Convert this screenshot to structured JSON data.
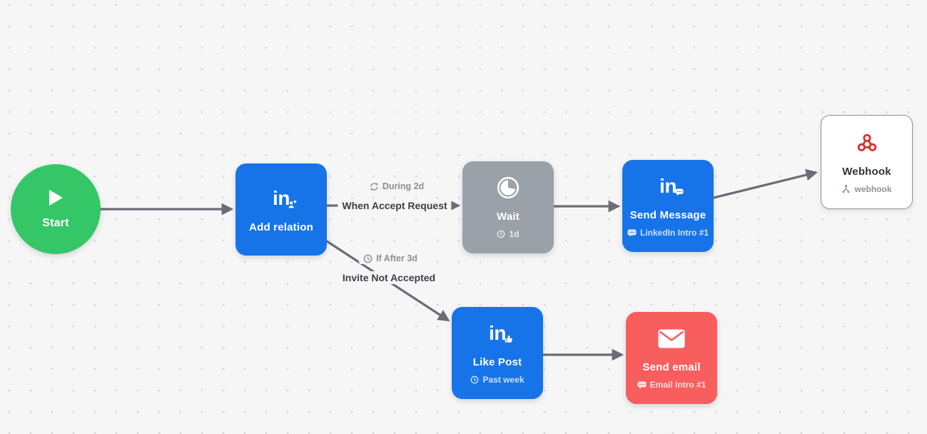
{
  "colors": {
    "background": "#f6f6f7",
    "grid_dot": "#d7d7d9",
    "edge": "#6f6a76",
    "node_blue": "#1774e8",
    "node_green": "#35c767",
    "node_gray": "#9ba1a8",
    "node_red": "#f95e5e",
    "webhook_icon_red": "#df2e2e",
    "edge_label_dark": "#3b4048",
    "edge_label_gray": "#8b9097"
  },
  "nodes": {
    "start": {
      "label": "Start"
    },
    "add_relation": {
      "label": "Add relation"
    },
    "wait": {
      "label": "Wait",
      "subtitle": "1d"
    },
    "send_message": {
      "label": "Send Message",
      "subtitle": "LinkedIn Intro #1"
    },
    "webhook": {
      "label": "Webhook",
      "subtitle": "webhook"
    },
    "like_post": {
      "label": "Like Post",
      "subtitle": "Past week"
    },
    "send_email": {
      "label": "Send email",
      "subtitle": "Email Intro #1"
    }
  },
  "edge_labels": {
    "accept_condition": "During 2d",
    "accept_label": "When Accept Request",
    "not_accepted_condition": "If After 3d",
    "not_accepted_label": "Invite Not Accepted"
  },
  "icons": {
    "start": "play-icon",
    "add_relation": "linkedin-add-relation-icon",
    "wait": "timer-icon",
    "send_message": "linkedin-message-icon",
    "like_post": "linkedin-like-icon",
    "send_email": "envelope-icon",
    "webhook": "webhook-icon",
    "accept_condition": "sync-icon",
    "not_accepted_condition": "clock-icon",
    "duration_subtitle": "clock-icon",
    "template_subtitle": "chat-bubble-icon",
    "webhook_subtitle": "network-icon"
  }
}
